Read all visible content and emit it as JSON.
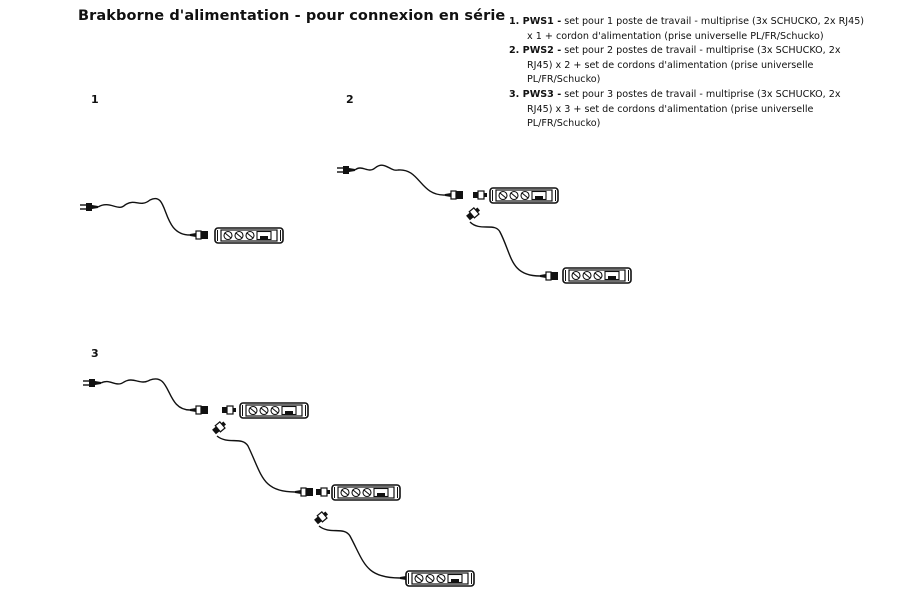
{
  "title": "Brakborne d'alimentation - pour connexion en série",
  "diagrams": [
    {
      "number": "1"
    },
    {
      "number": "2"
    },
    {
      "number": "3"
    }
  ],
  "items": [
    {
      "prefix": "1. PWS1 -",
      "text": " set pour 1 poste de travail - multiprise (3x SCHUCKO, 2x RJ45) x 1 + cordon d'alimentation (prise universelle PL/FR/Schucko)"
    },
    {
      "prefix": "2. PWS2 -",
      "text": " set pour 2 postes de travail - multiprise (3x SCHUCKO, 2x RJ45) x 2 + set de cordons d'alimentation (prise universelle PL/FR/Schucko)"
    },
    {
      "prefix": "3. PWS3 -",
      "text": " set pour 3 postes de travail - multiprise (3x SCHUCKO, 2x RJ45) x 3 + set de cordons d'alimentation (prise universelle PL/FR/Schucko)"
    }
  ]
}
